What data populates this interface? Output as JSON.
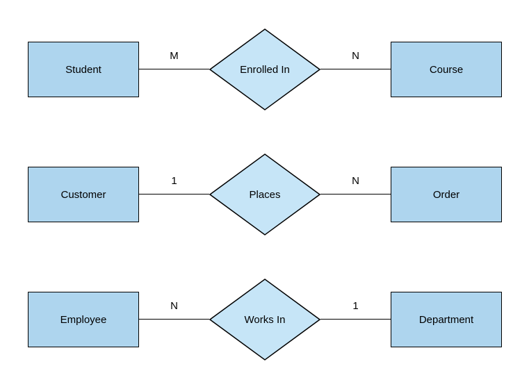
{
  "diagram": {
    "type": "entity-relationship",
    "colors": {
      "canvas_bg": "#ffffff",
      "entity_fill": "#aed5ee",
      "relationship_fill": "#c6e5f7",
      "stroke": "#000000",
      "text": "#000000"
    },
    "rows": [
      {
        "left_entity": "Student",
        "left_cardinality": "M",
        "relationship": "Enrolled In",
        "right_cardinality": "N",
        "right_entity": "Course"
      },
      {
        "left_entity": "Customer",
        "left_cardinality": "1",
        "relationship": "Places",
        "right_cardinality": "N",
        "right_entity": "Order"
      },
      {
        "left_entity": "Employee",
        "left_cardinality": "N",
        "relationship": "Works In",
        "right_cardinality": "1",
        "right_entity": "Department"
      }
    ]
  }
}
